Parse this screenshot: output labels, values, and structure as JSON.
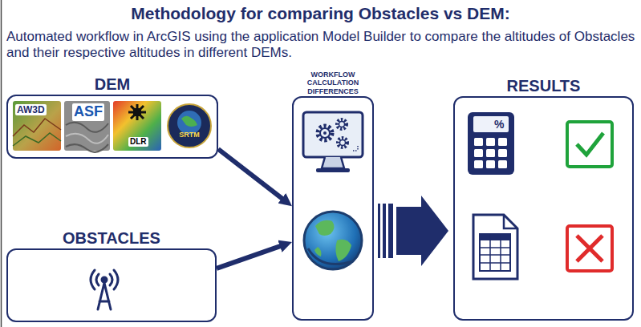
{
  "diagram": {
    "title": "Methodology for comparing Obstacles vs DEM:",
    "nodes": [
      {
        "text": [
          "DEM"
        ]
      },
      {
        "text": [
          "OBSTACLES"
        ]
      },
      {
        "text": [
          "WORKFLOW CALCULATION DIFFERENCES"
        ]
      },
      {
        "text": [
          "RESULTS"
        ]
      }
    ],
    "edges": [
      {
        "from": 0,
        "to": 2,
        "arrow": "to"
      },
      {
        "from": 1,
        "to": 2,
        "arrow": "to"
      },
      {
        "from": 2,
        "to": 3,
        "arrow": "to"
      }
    ],
    "labels": [
      "Automated workflow in ArcGIS using the application Model Builder to compare the altitudes of Obstacles and their respective altitudes in different DEMs.",
      "AW3D",
      "ASF",
      "DLR",
      "SRTM",
      "%"
    ]
  }
}
